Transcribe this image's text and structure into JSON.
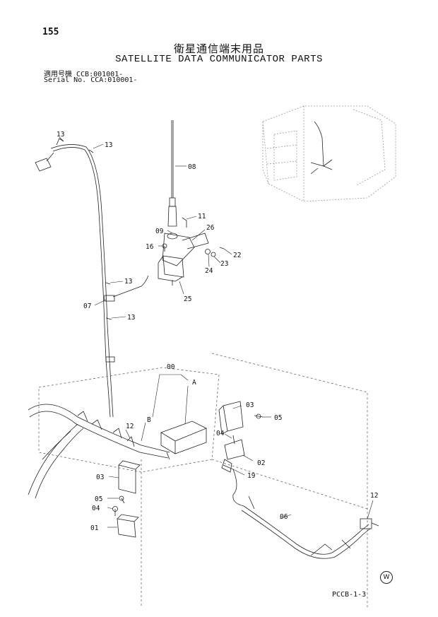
{
  "page_number": "155",
  "title_jp": "衛星通信端末用品",
  "title_en": "SATELLITE DATA COMMUNICATOR PARTS",
  "serial": {
    "line1": "適用号機  CCB:001001-",
    "line2": "Serial No. CCA:010001-"
  },
  "callouts": {
    "c13a": "13",
    "c13b": "13",
    "c13c": "13",
    "c13d": "13",
    "c08": "08",
    "c11": "11",
    "c09": "09",
    "c26": "26",
    "c16": "16",
    "c22": "22",
    "c23": "23",
    "c24": "24",
    "c25": "25",
    "c07": "07",
    "c00": "00",
    "cA": "A",
    "cB": "B",
    "c12a": "12",
    "c03a": "03",
    "c05a": "05",
    "c04a": "04",
    "c02": "02",
    "c19": "19",
    "c03b": "03",
    "c05b": "05",
    "c04b": "04",
    "c01": "01",
    "c06": "06",
    "c12b": "12"
  },
  "watermark": "W",
  "footer_code": "PCCB-1-3"
}
